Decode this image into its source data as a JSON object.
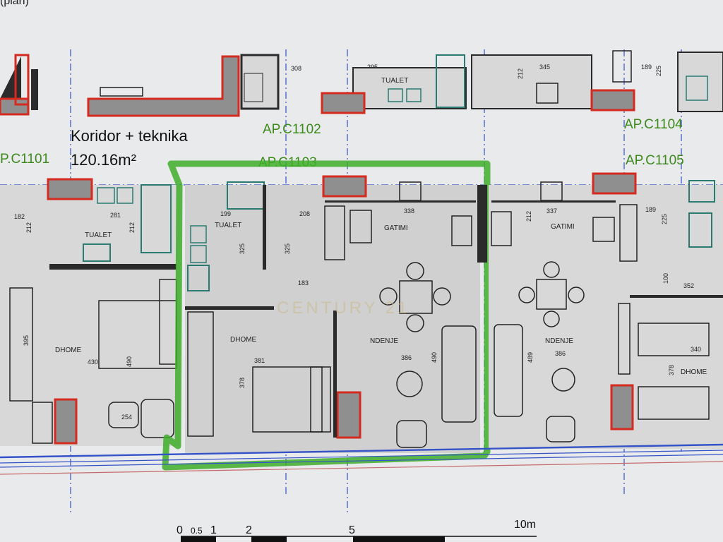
{
  "header": {
    "partial_label": "(plan)"
  },
  "corridor": {
    "title": "Koridor + teknika",
    "area": "120.16m²"
  },
  "apartments": {
    "c1101": "P.C1101",
    "c1102": "AP.C1102",
    "c1103": "AP.C1103",
    "c1104": "AP.C1104",
    "c1105": "AP.C1105"
  },
  "rooms": {
    "tualet": "TUALET",
    "gatimi": "GATIMI",
    "dhome": "DHOME",
    "ndenje": "NDENJE"
  },
  "dimensions": {
    "d308": "308",
    "d295": "295",
    "d212": "212",
    "d345": "345",
    "d189": "189",
    "d225": "225",
    "d182": "182",
    "d281": "281",
    "d199": "199",
    "d208": "208",
    "d338": "338",
    "d337": "337",
    "d325": "325",
    "d183": "183",
    "d100": "100",
    "d352": "352",
    "d395": "395",
    "d430": "430",
    "d490": "490",
    "d381": "381",
    "d378": "378",
    "d386": "386",
    "d340": "340",
    "d489": "489",
    "d254": "254"
  },
  "scale_bar": {
    "t0": "0",
    "t05": "0.5",
    "t1": "1",
    "t2": "2",
    "t5": "5",
    "t10": "10m"
  },
  "watermark": "CENTURY 21",
  "colors": {
    "paper": "#e9eaec",
    "highlight": "#3fae2a",
    "shaft_fill": "#8f8f8f",
    "shaft_border": "#d42a1f",
    "wall": "#2b2b2b",
    "room_fill": "#d8d8d8",
    "axis": "#3553c8",
    "fixture": "#2b7a72",
    "label_green": "#3d8a1c"
  }
}
